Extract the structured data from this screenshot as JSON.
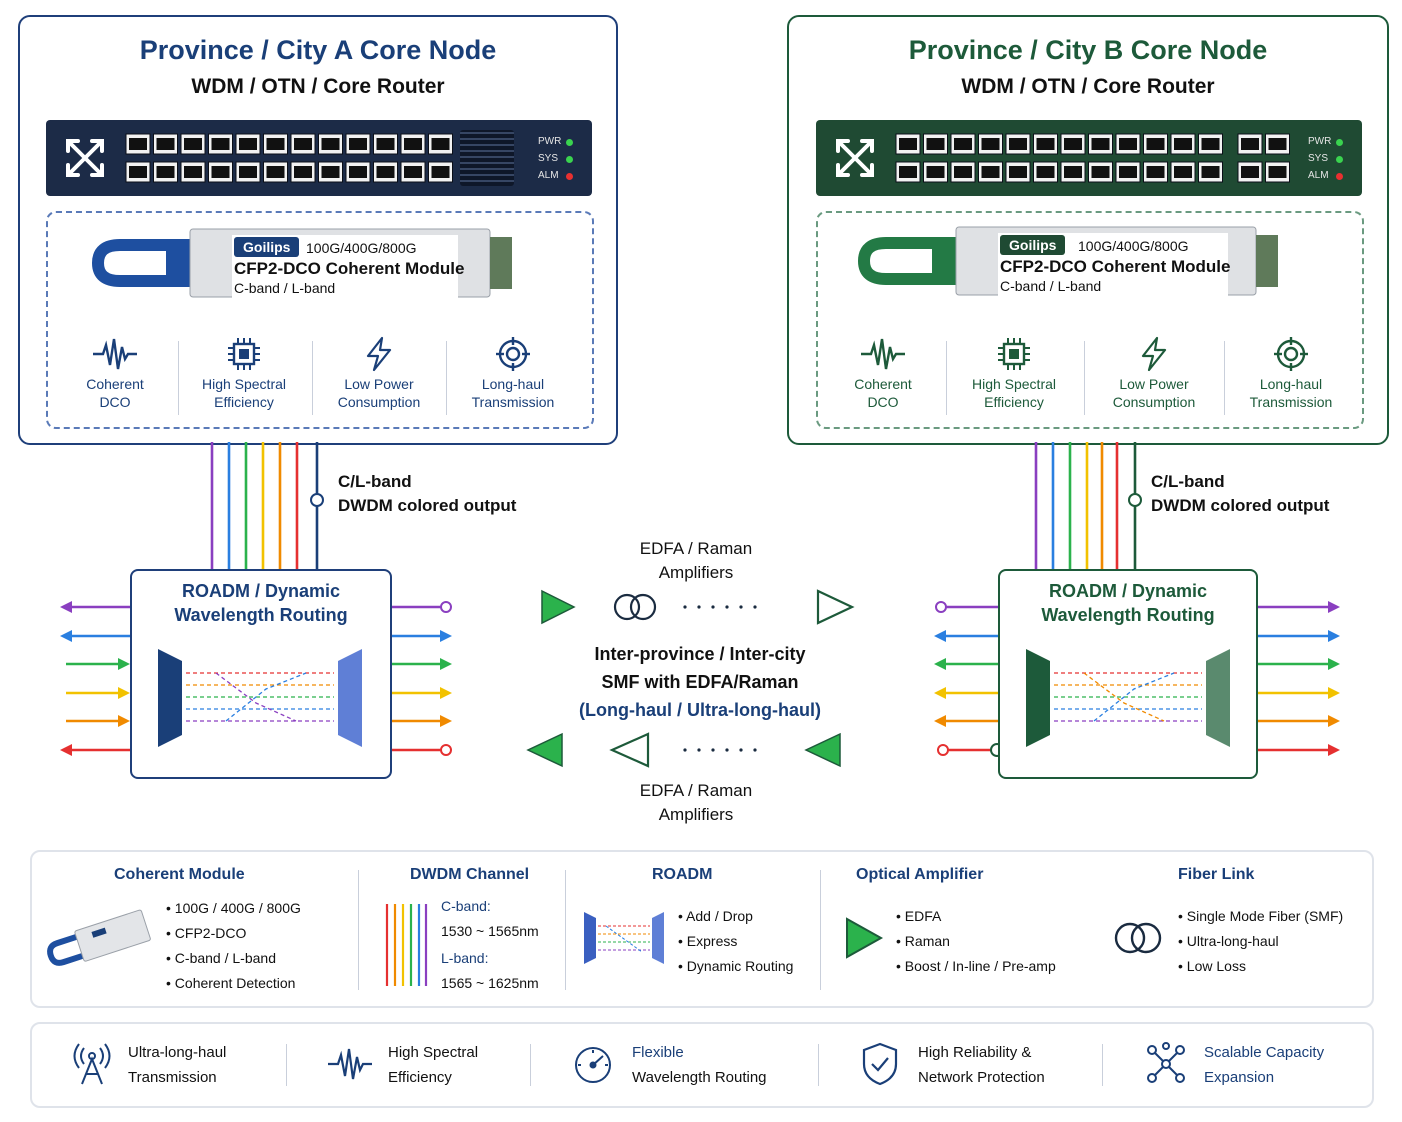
{
  "colors": {
    "blue": "#1a3f78",
    "green": "#1d5a3a",
    "router_blue": "#1c2b47",
    "router_green": "#1f4a33"
  },
  "node_a": {
    "title": "Province / City A Core Node",
    "subtitle": "WDM / OTN / Core Router",
    "leds": [
      "PWR",
      "SYS",
      "ALM"
    ],
    "module": {
      "brand": "Goilips",
      "rates": "100G/400G/800G",
      "name": "CFP2-DCO Coherent Module",
      "band": "C-band / L-band"
    },
    "features": [
      {
        "icon": "waveform-icon",
        "l1": "Coherent",
        "l2": "DCO"
      },
      {
        "icon": "chip-icon",
        "l1": "High Spectral",
        "l2": "Efficiency"
      },
      {
        "icon": "lightning-icon",
        "l1": "Low Power",
        "l2": "Consumption"
      },
      {
        "icon": "target-icon",
        "l1": "Long-haul",
        "l2": "Transmission"
      }
    ]
  },
  "node_b": {
    "title": "Province / City B Core Node",
    "subtitle": "WDM / OTN / Core Router",
    "leds": [
      "PWR",
      "SYS",
      "ALM"
    ],
    "module": {
      "brand": "Goilips",
      "rates": "100G/400G/800G",
      "name": "CFP2-DCO Coherent Module",
      "band": "C-band / L-band"
    },
    "features": [
      {
        "icon": "waveform-icon",
        "l1": "Coherent",
        "l2": "DCO"
      },
      {
        "icon": "chip-icon",
        "l1": "High Spectral",
        "l2": "Efficiency"
      },
      {
        "icon": "lightning-icon",
        "l1": "Low Power",
        "l2": "Consumption"
      },
      {
        "icon": "target-icon",
        "l1": "Long-haul",
        "l2": "Transmission"
      }
    ]
  },
  "output_label": {
    "l1": "C/L-band",
    "l2": "DWDM colored output"
  },
  "roadm": {
    "l1": "ROADM / Dynamic",
    "l2": "Wavelength Routing"
  },
  "amp_top": {
    "l1": "EDFA / Raman",
    "l2": "Amplifiers"
  },
  "amp_bottom": {
    "l1": "EDFA / Raman",
    "l2": "Amplifiers"
  },
  "link": {
    "l1": "Inter-province / Inter-city",
    "l2": "SMF with EDFA/Raman",
    "l3": "(Long-haul / Ultra-long-haul)"
  },
  "legend": {
    "coherent": {
      "title": "Coherent Module",
      "items": [
        "100G / 400G / 800G",
        "CFP2-DCO",
        "C-band / L-band",
        "Coherent Detection"
      ]
    },
    "dwdm": {
      "title": "DWDM Channel",
      "c_label": "C-band:",
      "c_range": "1530 ~ 1565nm",
      "l_label": "L-band:",
      "l_range": "1565 ~ 1625nm"
    },
    "roadm": {
      "title": "ROADM",
      "items": [
        "Add / Drop",
        "Express",
        "Dynamic Routing"
      ]
    },
    "amp": {
      "title": "Optical Amplifier",
      "items": [
        "EDFA",
        "Raman",
        "Boost / In-line / Pre-amp"
      ]
    },
    "fiber": {
      "title": "Fiber Link",
      "items": [
        "Single Mode Fiber (SMF)",
        "Ultra-long-haul",
        "Low Loss"
      ]
    }
  },
  "benefits": [
    {
      "icon": "antenna-icon",
      "l1": "Ultra-long-haul",
      "l2": "Transmission"
    },
    {
      "icon": "waveform-icon",
      "l1": "High Spectral",
      "l2": "Efficiency"
    },
    {
      "icon": "gauge-icon",
      "l1": "Flexible",
      "l2": "Wavelength Routing"
    },
    {
      "icon": "shield-icon",
      "l1": "High Reliability &",
      "l2": "Network Protection"
    },
    {
      "icon": "network-icon",
      "l1": "Scalable Capacity",
      "l2": "Expansion"
    }
  ]
}
